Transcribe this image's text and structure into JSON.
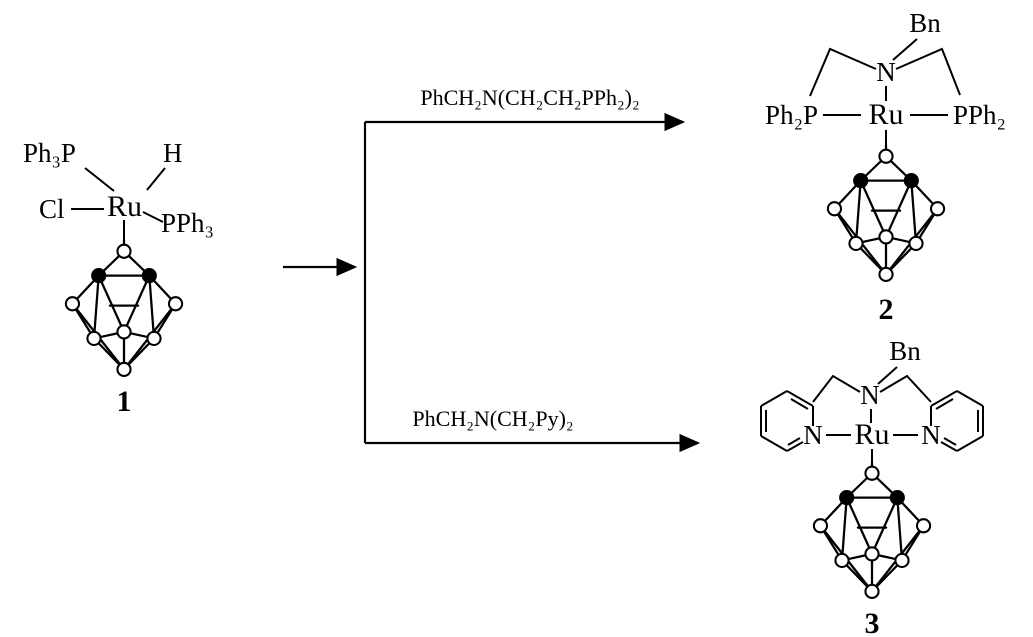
{
  "scheme": {
    "compound1": {
      "number": "1",
      "pph3_top": "Ph₃P",
      "hydride": "H",
      "chloride": "Cl",
      "metal": "Ru",
      "pph3_right": "PPh₃"
    },
    "reagent_top": "PhCH₂N(CH₂CH₂PPh₂)₂",
    "reagent_bottom": "PhCH₂N(CH₂Py)₂",
    "compound2": {
      "number": "2",
      "benzyl": "Bn",
      "amine_n": "N",
      "p_left": "Ph₂P",
      "metal": "Ru",
      "p_right": "PPh₂"
    },
    "compound3": {
      "number": "3",
      "benzyl": "Bn",
      "amine_n": "N",
      "py_n_left": "N",
      "metal": "Ru",
      "py_n_right": "N"
    },
    "colors": {
      "ink": "#000000",
      "background": "#ffffff"
    }
  }
}
